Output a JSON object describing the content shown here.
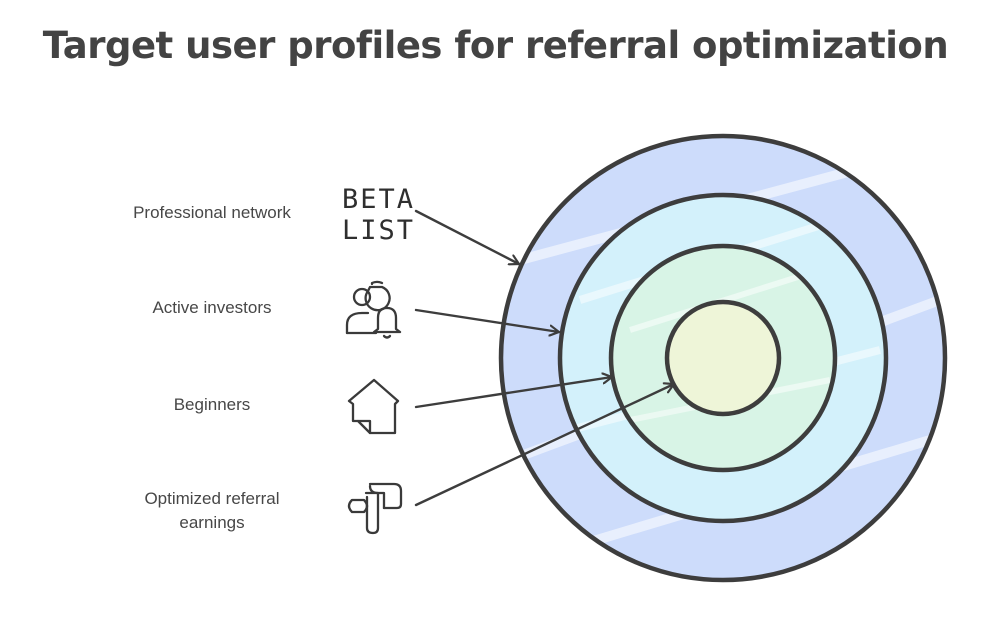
{
  "title": "Target user profiles for referral optimization",
  "layers": [
    {
      "label": "Professional network",
      "icon": "beta-list-logo",
      "icon_text": [
        "BETA",
        "LIST"
      ],
      "color": "#cddcfb"
    },
    {
      "label": "Active investors",
      "icon": "investor-chart-bell-icon",
      "color": "#d3f1fb"
    },
    {
      "label": "Beginners",
      "icon": "house-note-icon",
      "color": "#d8f4e6"
    },
    {
      "label": "Optimized referral earnings",
      "label_lines": [
        "Optimized referral",
        "earnings"
      ],
      "icon": "google-ads-icon",
      "color": "#eef5d8"
    }
  ]
}
